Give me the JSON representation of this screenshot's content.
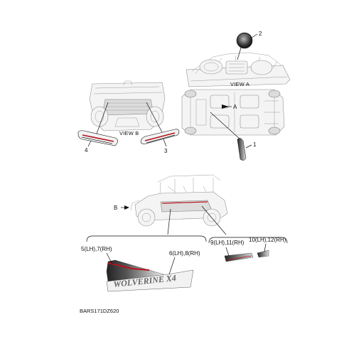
{
  "views": {
    "view_a": "VIEW A",
    "view_b": "VIEW B"
  },
  "pointers": {
    "a": "A",
    "b": "B"
  },
  "callouts": {
    "c1": "1",
    "c2": "2",
    "c3": "3",
    "c4": "4",
    "c5_7": "5(LH),7(RH)",
    "c6_8": "6(LH),8(RH)",
    "c9_11": "9(LH),11(RH)",
    "c10_12": "10(LH),12(RH)"
  },
  "decal_text": "WOLVERINE X4",
  "diagram_code": "BARS171DZ620",
  "colors": {
    "line": "#111111",
    "body_gray": "#8a8a8a",
    "decal_red": "#b5121b",
    "decal_dark": "#222222"
  },
  "icons": [
    "arrow-right-icon"
  ]
}
